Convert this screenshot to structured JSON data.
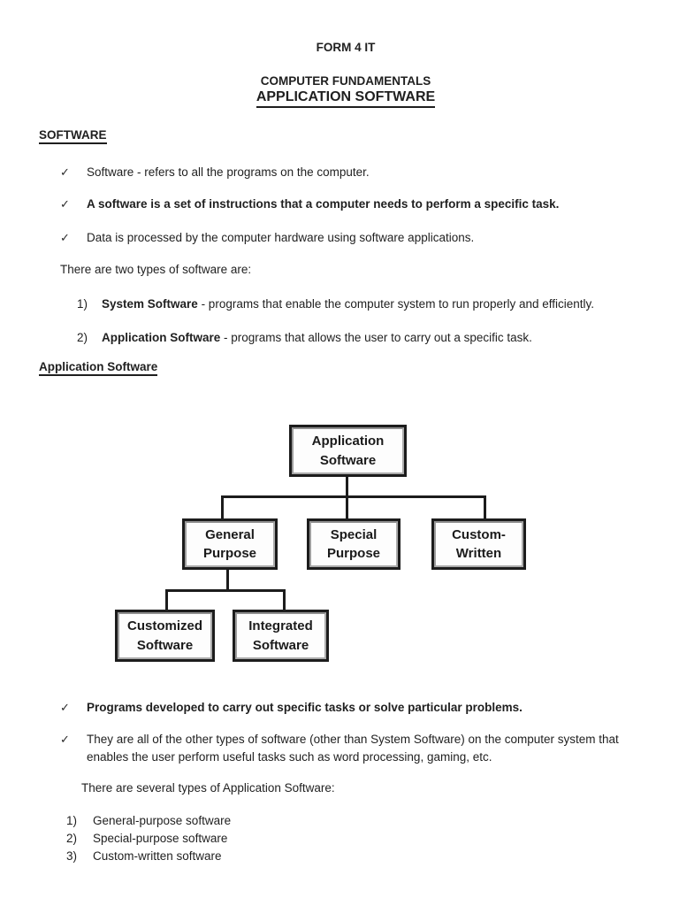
{
  "header": {
    "form": "FORM 4 IT",
    "subject": "COMPUTER FUNDAMENTALS",
    "title": "APPLICATION SOFTWARE"
  },
  "icons": {
    "check": "✓"
  },
  "software": {
    "heading": "SOFTWARE",
    "bullets": [
      {
        "text": "Software - refers to all the programs on the computer."
      },
      {
        "text": "A software is a set of instructions that a computer needs to perform a specific task."
      },
      {
        "text": "Data is processed by the computer hardware using software applications."
      }
    ],
    "intro": "There are two types of software are:",
    "types": [
      {
        "num": "1)",
        "term": "System Software",
        "desc": "- programs that enable the computer system to run properly and efficiently."
      },
      {
        "num": "2)",
        "term": "Application Software",
        "desc": "- programs that allows the user to carry out a specific task."
      }
    ]
  },
  "application": {
    "heading": "Application Software",
    "diagram": {
      "root": {
        "line1": "Application",
        "line2": "Software"
      },
      "children": [
        {
          "line1": "General",
          "line2": "Purpose"
        },
        {
          "line1": "Special",
          "line2": "Purpose"
        },
        {
          "line1": "Custom-",
          "line2": "Written"
        }
      ],
      "grandchildren": [
        {
          "line1": "Customized",
          "line2": "Software"
        },
        {
          "line1": "Integrated",
          "line2": "Software"
        }
      ]
    },
    "bullets": [
      {
        "text": "Programs developed to carry out specific tasks or solve particular problems."
      },
      {
        "line1": "They are all of the other types of software (other than System Software) on the computer system that",
        "line2": "enables the user perform useful tasks such as word processing, gaming, etc."
      }
    ],
    "intro": "There are several types of Application Software:",
    "types": [
      {
        "num": "1)",
        "label": "General-purpose software"
      },
      {
        "num": "2)",
        "label": "Special-purpose software"
      },
      {
        "num": "3)",
        "label": "Custom-written software"
      }
    ]
  }
}
